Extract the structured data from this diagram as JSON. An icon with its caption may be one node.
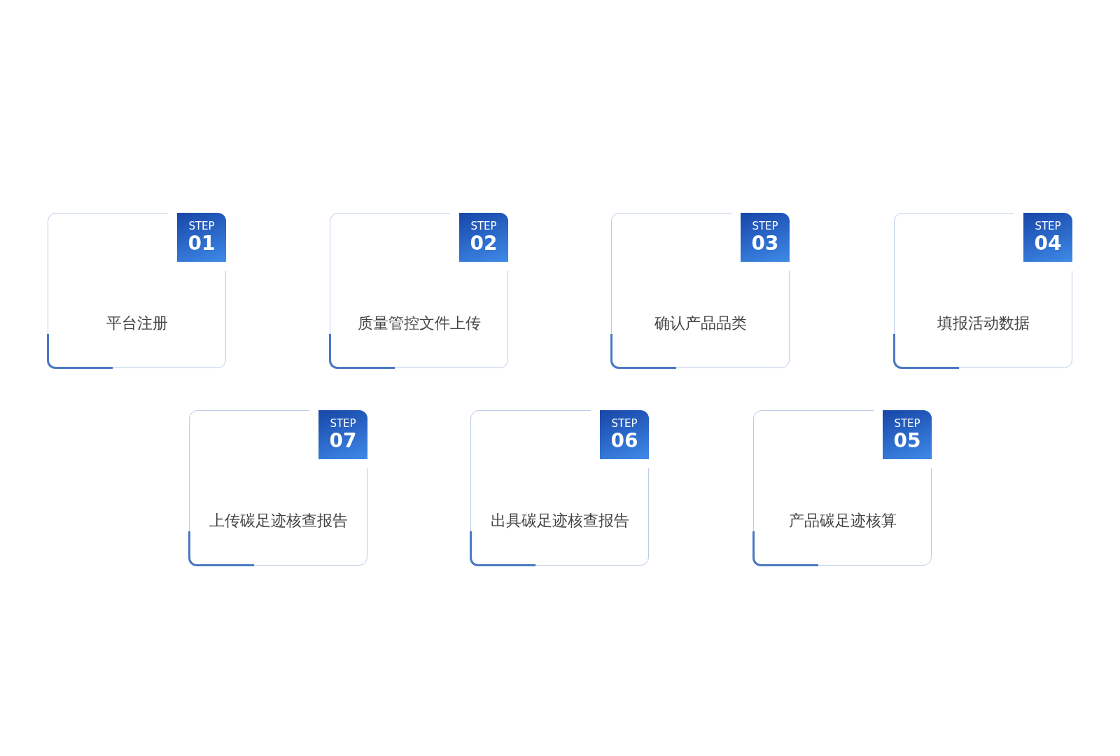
{
  "diagram": {
    "nodes": [
      {
        "text": [
          "平台注册"
        ]
      },
      {
        "text": [
          "STEP",
          "01"
        ],
        "in": 0
      },
      {
        "text": [
          "质量管控文件上传"
        ]
      },
      {
        "text": [
          "STEP",
          "02"
        ],
        "in": 2
      },
      {
        "text": [
          "确认产品品类"
        ]
      },
      {
        "text": [
          "STEP",
          "03"
        ],
        "in": 4
      },
      {
        "text": [
          "填报活动数据"
        ]
      },
      {
        "text": [
          "STEP",
          "04"
        ],
        "in": 6
      },
      {
        "text": [
          "上传碳足迹核查报告"
        ]
      },
      {
        "text": [
          "STEP",
          "07"
        ],
        "in": 8
      },
      {
        "text": [
          "出具碳足迹核查报告"
        ]
      },
      {
        "text": [
          "STEP",
          "06"
        ],
        "in": 10
      },
      {
        "text": [
          "产品碳足迹核算"
        ]
      },
      {
        "text": [
          "STEP",
          "05"
        ],
        "in": 12
      }
    ]
  }
}
